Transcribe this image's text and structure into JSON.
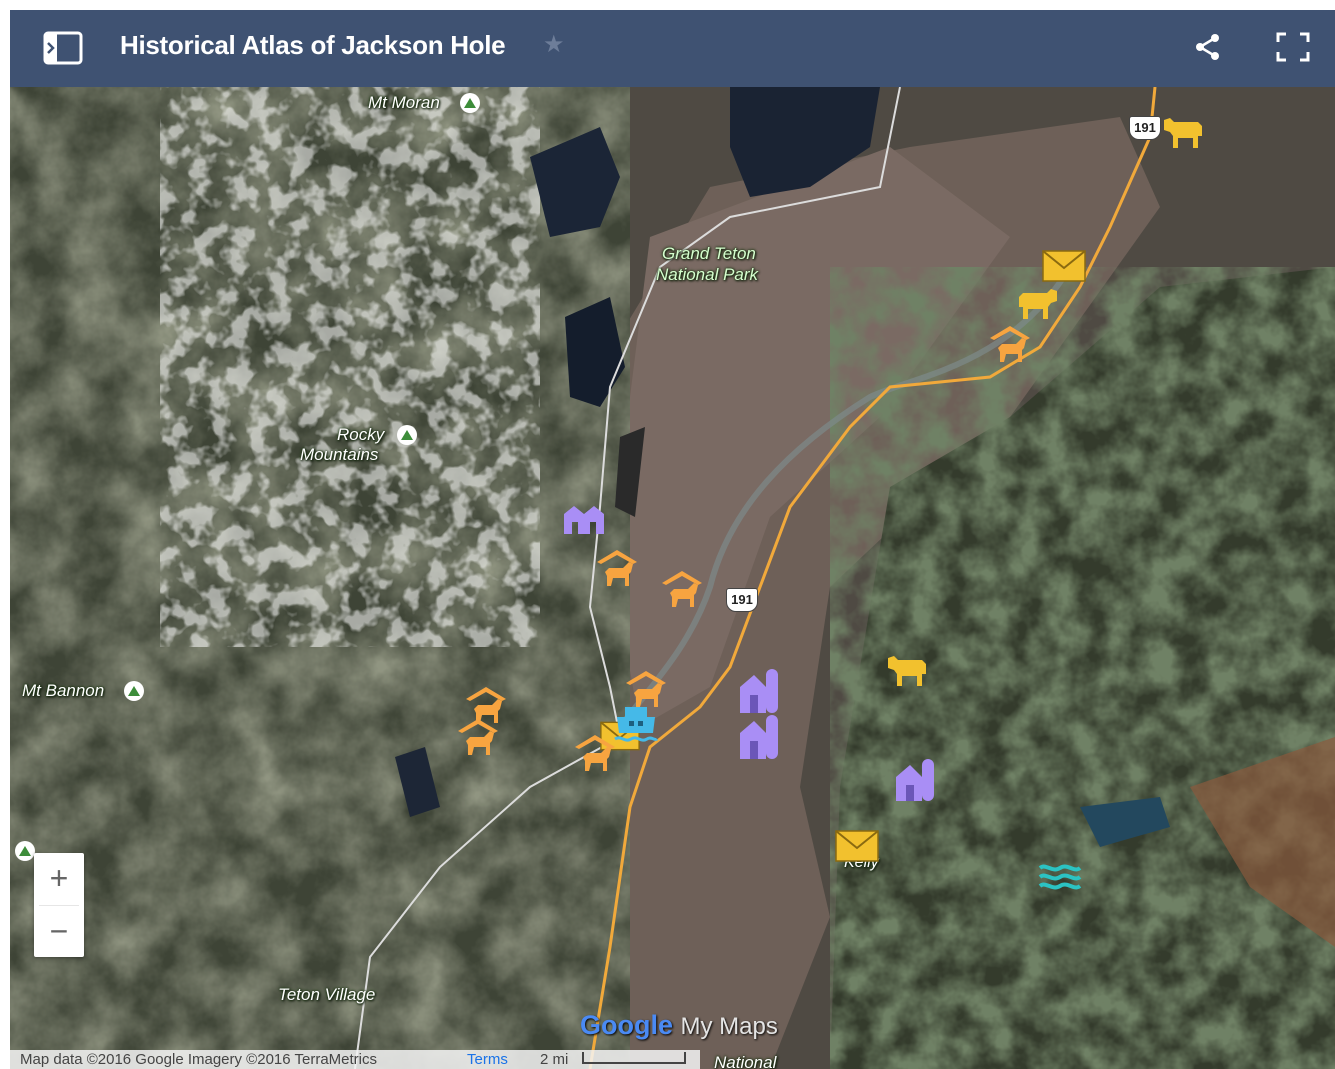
{
  "header": {
    "title": "Historical Atlas of Jackson Hole",
    "panel_icon": "sidebar-panel-icon",
    "star_icon": "star-icon",
    "share_icon": "share-icon",
    "fullscreen_icon": "fullscreen-icon"
  },
  "map": {
    "imagery": "satellite",
    "place_labels": {
      "mt_moran": "Mt Moran",
      "grand_teton_1": "Grand Teton",
      "grand_teton_2": "National Park",
      "rocky_1": "Rocky",
      "rocky_2": "Mountains",
      "mt_bannon": "Mt Bannon",
      "teton_village": "Teton Village",
      "kelly": "Kelly",
      "national": "National"
    },
    "road_shields": [
      "191",
      "191"
    ],
    "marker_types": {
      "cattle": {
        "icon": "cattle-icon",
        "color": "#f2c12e"
      },
      "post_office": {
        "icon": "envelope-icon",
        "color": "#f2c12e"
      },
      "horse_ranch": {
        "icon": "horse-ranch-icon",
        "color": "#f7a440"
      },
      "building": {
        "icon": "building-icon",
        "color": "#a98ef5"
      },
      "ferry": {
        "icon": "ferry-icon",
        "color": "#45b9e8"
      },
      "water": {
        "icon": "water-icon",
        "color": "#2bc3c3"
      }
    }
  },
  "zoom": {
    "in_label": "+",
    "out_label": "−"
  },
  "footer": {
    "attribution": "Map data ©2016 Google Imagery ©2016 TerraMetrics",
    "terms": "Terms",
    "scale": "2 mi"
  },
  "brand": {
    "google": "Google",
    "mymaps": "My Maps"
  }
}
